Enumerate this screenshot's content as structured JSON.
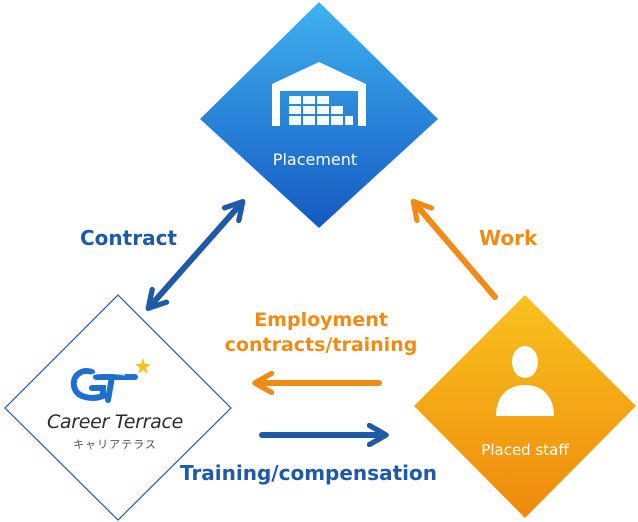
{
  "nodes": {
    "placement": {
      "label": "Placement",
      "icon": "warehouse-icon",
      "color_top": "#36a9ec",
      "color_bottom": "#1a63c9"
    },
    "placed_staff": {
      "label": "Placed staff",
      "icon": "person-icon",
      "color_top": "#f6b81c",
      "color_bottom": "#f0900e"
    },
    "career_terrace": {
      "brand_name": "Career Terrace",
      "brand_kana": "キャリアテラス",
      "icon": "career-terrace-logo-icon",
      "border_color": "#1f5aa6"
    }
  },
  "relations": {
    "contract": "Contract",
    "work": "Work",
    "employment": [
      "Employment",
      "contracts/training"
    ],
    "training": "Training/compensation"
  },
  "colors": {
    "blue": "#1f5aa6",
    "orange": "#f08c16"
  }
}
